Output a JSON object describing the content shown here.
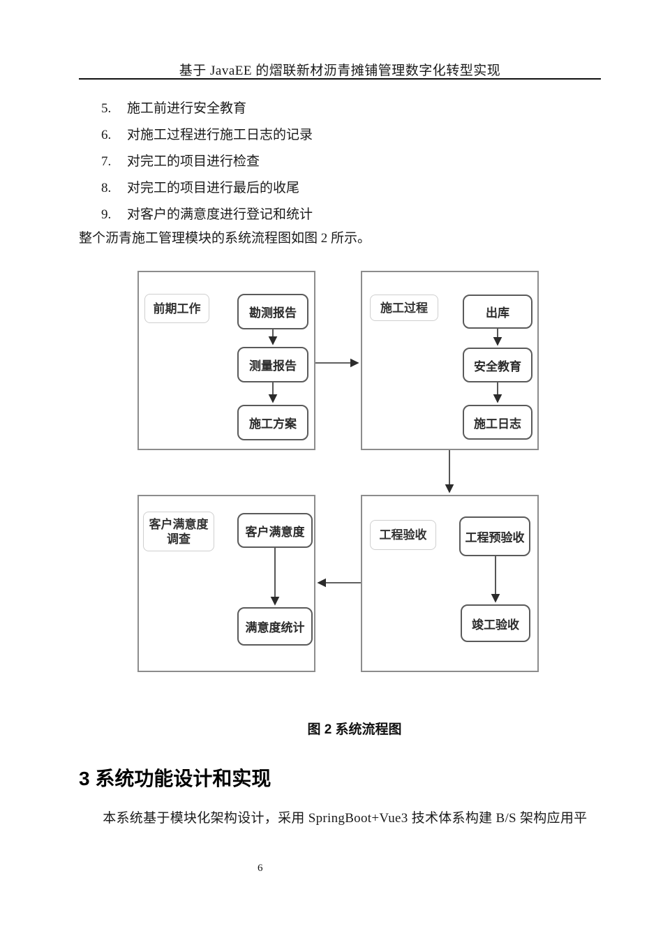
{
  "page": {
    "header_title": "基于 JavaEE 的熠联新材沥青摊铺管理数字化转型实现",
    "page_number": "6"
  },
  "list": {
    "items": [
      {
        "num": "5.",
        "text": "施工前进行安全教育"
      },
      {
        "num": "6.",
        "text": "对施工过程进行施工日志的记录"
      },
      {
        "num": "7.",
        "text": "对完工的项目进行检查"
      },
      {
        "num": "8.",
        "text": "对完工的项目进行最后的收尾"
      },
      {
        "num": "9.",
        "text": "对客户的满意度进行登记和统计"
      }
    ]
  },
  "paragraphs": {
    "intro": "整个沥青施工管理模块的系统流程图如图 2 所示。",
    "body": "本系统基于模块化架构设计，采用 SpringBoot+Vue3 技术体系构建 B/S 架构应用平"
  },
  "figure": {
    "caption": "图 2  系统流程图",
    "groups": [
      {
        "label": "前期工作",
        "nodes": [
          "勘测报告",
          "测量报告",
          "施工方案"
        ]
      },
      {
        "label": "施工过程",
        "nodes": [
          "出库",
          "安全教育",
          "施工日志"
        ]
      },
      {
        "label": "客户满意度调查",
        "nodes": [
          "客户满意度",
          "满意度统计"
        ]
      },
      {
        "label": "工程验收",
        "nodes": [
          "工程预验收",
          "竣工验收"
        ]
      }
    ],
    "edge_color": "#2b2b2b"
  },
  "heading": {
    "section": "3 系统功能设计和实现"
  }
}
